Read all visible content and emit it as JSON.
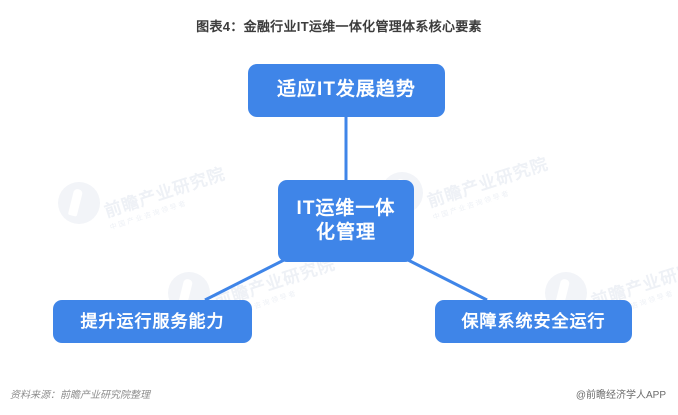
{
  "title": "图表4：金融行业IT运维一体化管理体系核心要素",
  "diagram": {
    "type": "hub-and-spoke",
    "accent_color": "#3f85e8",
    "nodes": [
      {
        "id": "top",
        "label": "适应IT发展趋势"
      },
      {
        "id": "center",
        "label_line1": "IT运维一体",
        "label_line2": "化管理"
      },
      {
        "id": "bottom-left",
        "label": "提升运行服务能力"
      },
      {
        "id": "bottom-right",
        "label": "保障系统安全运行"
      }
    ],
    "connectors": [
      {
        "from": "center",
        "to": "top"
      },
      {
        "from": "center",
        "to": "bottom-left"
      },
      {
        "from": "center",
        "to": "bottom-right"
      }
    ]
  },
  "watermarks": {
    "brand": "前瞻产业研究院",
    "sub": "中国产业咨询领导者"
  },
  "footer": {
    "source": "资料来源：前瞻产业研究院整理",
    "brand": "@前瞻经济学人APP"
  }
}
